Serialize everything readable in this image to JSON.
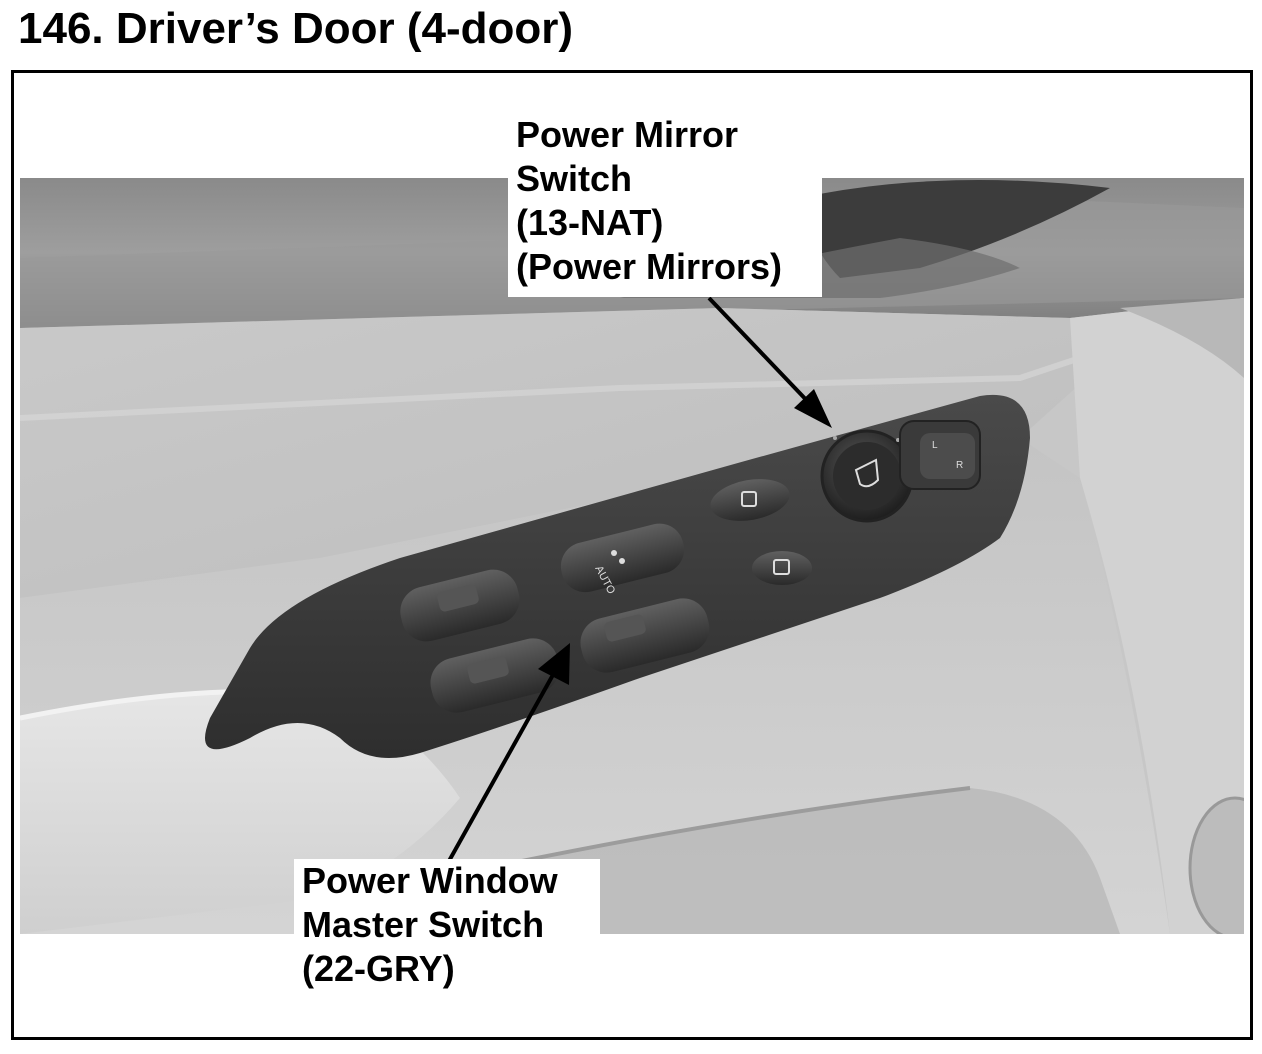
{
  "page": {
    "title": "146. Driver’s Door (4-door)"
  },
  "callouts": {
    "power_mirror_switch": {
      "line1": "Power Mirror",
      "line2": "Switch",
      "line3": "(13-NAT)",
      "line4": "(Power Mirrors)"
    },
    "power_window_master_switch": {
      "line1": "Power Window",
      "line2": "Master Switch",
      "line3": "(22-GRY)"
    }
  },
  "switch_panel": {
    "auto_label": "AUTO",
    "mirror_selector_left": "L",
    "mirror_selector_right": "R"
  }
}
